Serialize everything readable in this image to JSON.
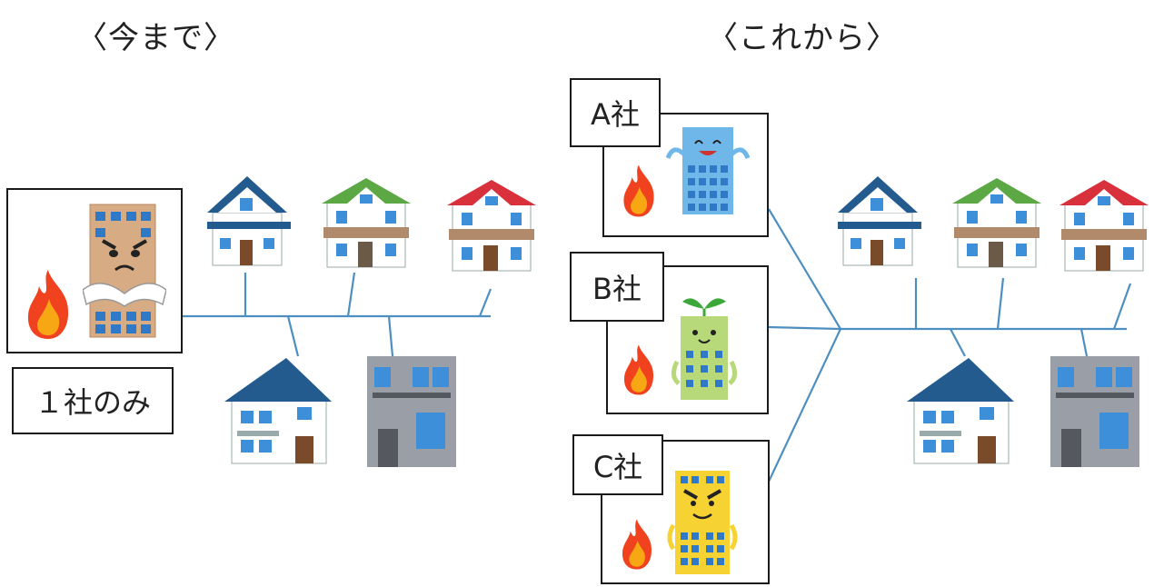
{
  "left": {
    "title": "〈今まで〉",
    "caption": "１社のみ"
  },
  "right": {
    "title": "〈これから〉",
    "companies": [
      {
        "label": "A社",
        "character_color": "#6fb7e9"
      },
      {
        "label": "B社",
        "character_color": "#b8d97a"
      },
      {
        "label": "C社",
        "character_color": "#f6d232"
      }
    ]
  },
  "icons": {
    "flame": "fire-icon",
    "building": "power-company-building-icon",
    "house": "house-icon"
  },
  "colors": {
    "wire": "#4d8fc0",
    "roof_blue": "#245b8f",
    "roof_green": "#5ba844",
    "roof_red": "#d8313b",
    "flame_outer": "#f1421f",
    "flame_inner": "#f7a614"
  }
}
